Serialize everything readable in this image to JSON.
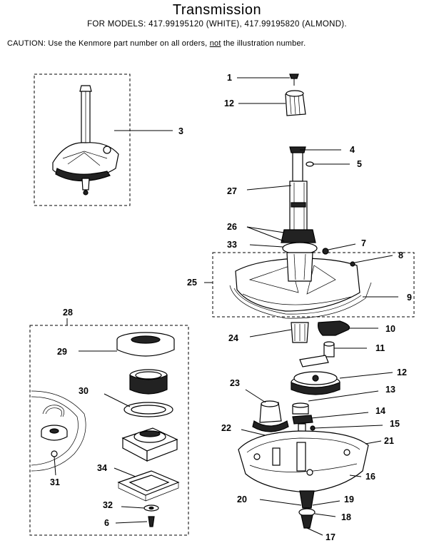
{
  "title": "Transmission",
  "models_line": "FOR MODELS:  417.99195120 (WHITE), 417.99195820 (ALMOND).",
  "caution": {
    "prefix": "CAUTION:  Use the Kenmore part number on all orders, ",
    "emphasis": "not",
    "suffix": " the illustration number."
  },
  "callouts": {
    "c1": "1",
    "c12a": "12",
    "c3": "3",
    "c4": "4",
    "c5": "5",
    "c27": "27",
    "c26": "26",
    "c33": "33",
    "c7": "7",
    "c8": "8",
    "c25": "25",
    "c9": "9",
    "c24": "24",
    "c10": "10",
    "c11": "11",
    "c12b": "12",
    "c28": "28",
    "c29": "29",
    "c23": "23",
    "c13": "13",
    "c30": "30",
    "c14": "14",
    "c22": "22",
    "c15": "15",
    "c21": "21",
    "c31": "31",
    "c34": "34",
    "c16": "16",
    "c20": "20",
    "c19": "19",
    "c32": "32",
    "c18": "18",
    "c6": "6",
    "c17": "17"
  }
}
